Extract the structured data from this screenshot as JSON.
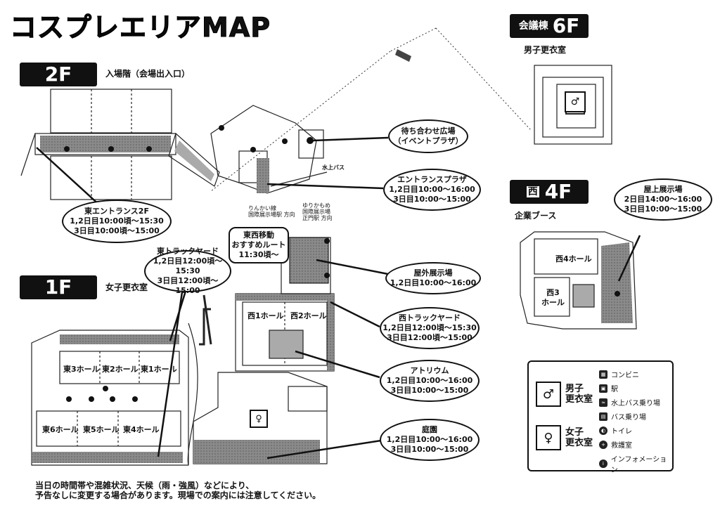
{
  "title": "コスプレエリアMAP",
  "floors": {
    "f2": {
      "label": "2F",
      "desc": "入場階（会場出入口）"
    },
    "f1": {
      "label": "1F",
      "desc": "女子更衣室"
    },
    "f6": {
      "prefix": "会議棟",
      "label": "6F",
      "desc": "男子更衣室"
    },
    "f4": {
      "prefix": "西",
      "label": "4F",
      "desc": "企業ブース"
    }
  },
  "halls": {
    "east1": "東1ホール",
    "east2": "東2ホール",
    "east3": "東3ホール",
    "east4": "東4ホール",
    "east5": "東5ホール",
    "east6": "東6ホール",
    "west1": "西1ホール",
    "west2": "西2ホール",
    "west3a": "西3",
    "west3b": "ホール",
    "west4": "西4ホール"
  },
  "areas": {
    "machiawase": {
      "l1": "待ち合わせ広場",
      "l2": "（イベントプラザ）"
    },
    "entrance_plaza": {
      "name": "エントランスプラザ",
      "t1": "1,2日目10:00〜16:00",
      "t2": "3日目10:00〜15:00"
    },
    "east_entrance": {
      "name": "東エントランス2F",
      "t1": "1,2日目10:00頃〜15:30",
      "t2": "3日目10:00頃〜15:00"
    },
    "east_track": {
      "name": "東トラックヤード",
      "t1": "1,2日目12:00頃〜15:30",
      "t2": "3日目12:00頃〜15:00"
    },
    "route": {
      "l1": "東西移動",
      "l2": "おすすめルート",
      "l3": "11:30頃〜"
    },
    "outdoor": {
      "name": "屋外展示場",
      "t1": "1,2日目10:00〜16:00"
    },
    "west_track": {
      "name": "西トラックヤード",
      "t1": "1,2日目12:00頃〜15:30",
      "t2": "3日目12:00頃〜15:00"
    },
    "atrium": {
      "name": "アトリウム",
      "t1": "1,2日目10:00〜16:00",
      "t2": "3日目10:00〜15:00"
    },
    "garden": {
      "name": "庭園",
      "t1": "1,2日目10:00〜16:00",
      "t2": "3日目10:00〜15:00"
    },
    "rooftop": {
      "name": "屋上展示場",
      "t1": "2日目14:00〜16:00",
      "t2": "3日目10:00〜15:00"
    }
  },
  "stations": {
    "rinkai": {
      "l1": "りんかい線",
      "l2": "国際展示場駅 方向"
    },
    "yurikamome": {
      "l1": "ゆりかもめ",
      "l2": "国際展示場",
      "l3": "正門駅 方向"
    },
    "water_bus": "水上バス"
  },
  "legend": {
    "male": {
      "l1": "男子",
      "l2": "更衣室"
    },
    "female": {
      "l1": "女子",
      "l2": "更衣室"
    },
    "items": [
      "コンビニ",
      "駅",
      "水上バス乗り場",
      "バス乗り場",
      "トイレ",
      "救護室",
      "インフォメーション"
    ]
  },
  "notice": {
    "l1": "当日の時間帯や混雑状況、天候（雨・強風）などにより、",
    "l2": "予告なしに変更する場合があります。現場での案内には注意してください。"
  }
}
